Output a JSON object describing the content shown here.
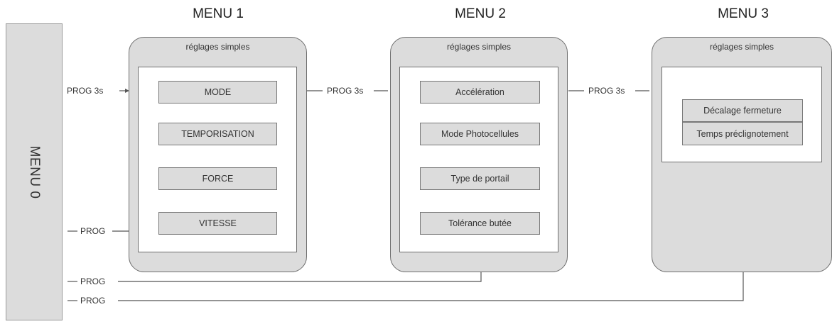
{
  "menu0": {
    "label": "MENU 0"
  },
  "menus": [
    {
      "title": "MENU 1",
      "panel_label": "réglages simples",
      "items": [
        "MODE",
        "TEMPORISATION",
        "FORCE",
        "VITESSE"
      ]
    },
    {
      "title": "MENU 2",
      "panel_label": "réglages simples",
      "items": [
        "Accélération",
        "Mode Photocellules",
        "Type de portail",
        "Tolérance butée"
      ]
    },
    {
      "title": "MENU 3",
      "panel_label": "réglages simples",
      "items": [
        "Décalage fermeture",
        "Temps préclignotement"
      ]
    }
  ],
  "connectors": {
    "to_menu1": "PROG 3s",
    "menu1_to_menu2": "PROG 3s",
    "menu2_to_menu3": "PROG 3s",
    "menu1_back": "PROG",
    "menu2_back": "PROG",
    "menu3_back": "PROG"
  }
}
